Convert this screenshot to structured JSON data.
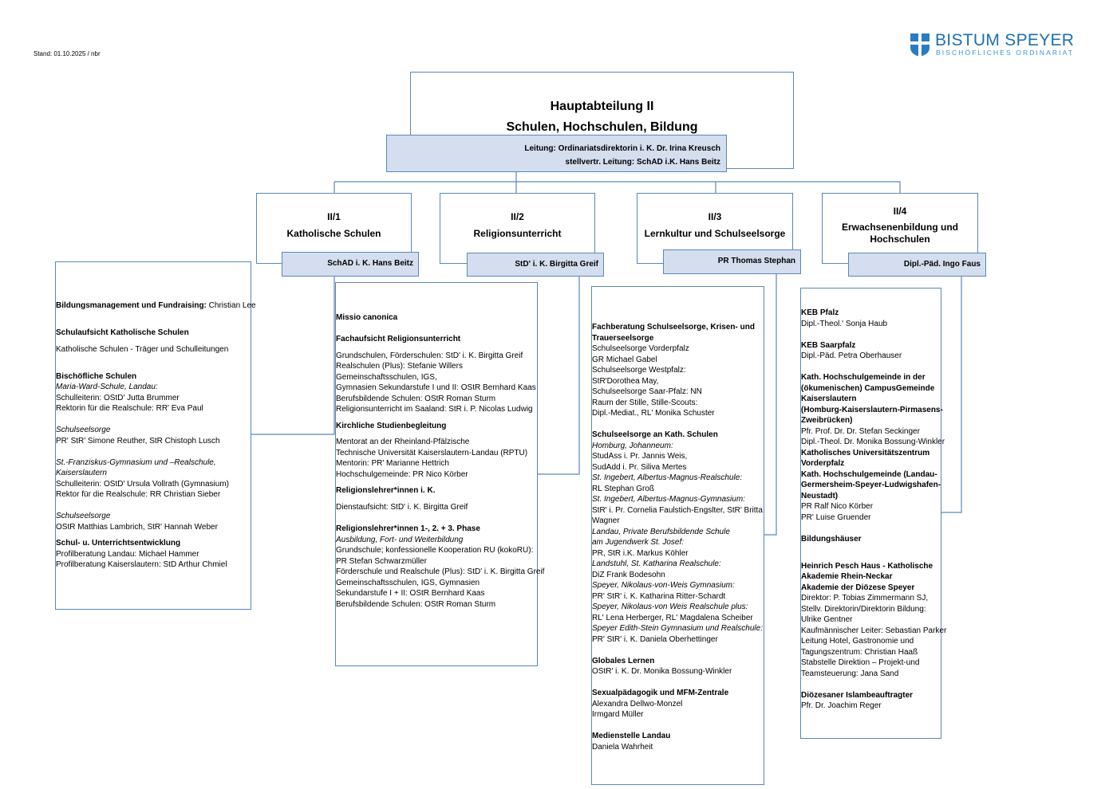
{
  "stand": "Stand: 01.10.2025 / nbr",
  "logo": {
    "title": "BISTUM SPEYER",
    "subtitle": "BISCHÖFLICHES ORDINARIAT"
  },
  "main": {
    "title1": "Hauptabteilung II",
    "title2": "Schulen, Hochschulen, Bildung",
    "lead1": "Leitung: Ordinariatsdirektorin i. K. Dr. Irina Kreusch",
    "lead2": "stellvertr. Leitung: SchAD i.K. Hans Beitz"
  },
  "departments": [
    {
      "code": "II/1",
      "name": "Katholische Schulen",
      "lead": "SchAD i. K. Hans Beitz"
    },
    {
      "code": "II/2",
      "name": "Religionsunterricht",
      "lead": "StD' i. K. Birgitta Greif"
    },
    {
      "code": "II/3",
      "name": "Lernkultur und Schulseelsorge",
      "lead": "PR Thomas Stephan"
    },
    {
      "code": "II/4",
      "name": "Erwachsenenbildung und Hochschulen",
      "lead": "Dipl.-Päd. Ingo Faus"
    }
  ],
  "col1": {
    "l1_bold": "Bildungsmanagement und Fundraising:",
    "l1_rest": " Christian Lee",
    "l2": "Schulaufsicht Katholische Schulen",
    "l3": "Katholische Schulen - Träger und Schulleitungen",
    "l4": "Bischöfliche Schulen",
    "l5": "Maria-Ward-Schule, Landau:",
    "l6": "Schulleiterin: OStD' Jutta Brummer",
    "l7": "Rektorin für die Realschule: RR' Eva Paul",
    "l8": "Schulseelsorge",
    "l9": "PR' StR' Simone Reuther, StR Chistoph Lusch",
    "l10": "St.-Franziskus-Gymnasium und –Realschule,",
    "l11": "Kaiserslautern",
    "l12": "Schulleiterin: OStD' Ursula Vollrath (Gymnasium)",
    "l13": "Rektor für die Realschule: RR Christian Sieber",
    "l14": "Schulseelsorge",
    "l15": "OStR Matthias Lambrich, StR' Hannah Weber",
    "l16": "Schul- u. Unterrichtsentwicklung",
    "l17": "Profilberatung Landau: Michael Hammer",
    "l18": "Profilberatung Kaiserslautern: StD Arthur Chmiel"
  },
  "col2": {
    "l1": "Missio canonica",
    "l2": "Fachaufsicht Religionsunterricht",
    "l3": " Grundschulen, Förderschulen: StD' i. K. Birgitta Greif",
    "l4": "Realschulen (Plus): Stefanie Willers",
    "l5": "Gemeinschaftsschulen, IGS,",
    "l6": "Gymnasien Sekundarstufe  I und II: OStR Bernhard Kaas",
    "l7": "Berufsbildende Schulen: OStR Roman Sturm",
    "l8": "Religionsunterricht im Saaland: StR i. P. Nicolas Ludwig",
    "l9": "Kirchliche Studienbegleitung",
    "l10": "Mentorat an der Rheinland-Pfälzische",
    "l11": "Technische Universität Kaiserslautern-Landau (RPTU)",
    "l12": "Mentorin: PR' Marianne Hettrich",
    "l13": "Hochschulgemeinde: PR Nico Körber",
    "l14": "Religionslehrer*innen i. K.",
    "l15": "Dienstaufsicht: StD' i. K. Birgitta Greif",
    "l16": "Religionslehrer*innen 1-, 2. + 3. Phase",
    "l17": "Ausbildung, Fort- und Weiterbildung",
    "l18": "Grundschule; konfessionelle Kooperation RU (kokoRU):",
    "l19": "PR Stefan Schwarzmüller",
    "l20": "Förderschule und Realschule (Plus): StD' i. K. Birgitta Greif",
    "l21": "Gemeinschaftsschulen, IGS, Gymnasien",
    "l22": "Sekundarstufe I + II: OStR Bernhard Kaas",
    "l23": "Berufsbildende Schulen: OStR Roman Sturm"
  },
  "col3": {
    "l1": "Fachberatung Schulseelsorge, Krisen- und",
    "l2": "Trauerseelsorge",
    "l3": "Schulseelsorge Vorderpfalz",
    "l4": " GR Michael Gabel",
    "l5": "Schulseelsorge Westpfalz:",
    "l6": "StR'Dorothea May,",
    "l7": "Schulseelsorge Saar-Pfalz: NN",
    "l8": "Raum der Stille, Stille-Scouts:",
    "l9": "Dipl.-Mediat., RL' Monika Schuster",
    "l10": "Schulseelsorge an Kath. Schulen",
    "l11": "Homburg, Johanneum:",
    "l12": "StudAss i. Pr. Jannis Weis,",
    "l13": "SudAdd i. Pr. Siliva Mertes",
    "l14": "St. Ingebert, Albertus-Magnus-Realschule:",
    "l15": "RL Stephan Groß",
    "l16": "St. Ingebert, Albertus-Magnus-Gymnasium:",
    "l17": "StR' i. Pr. Cornelia Faulstich-Engslter, StR' Britta",
    "l18": "Wagner",
    "l19": "Landau,  Private Berufsbildende Schule",
    "l20": "am Jugendwerk St. Josef:",
    "l21": "PR, StR i.K. Markus Köhler",
    "l22": "Landstuhl, St. Katharina Realschule:",
    "l23": "DiZ Frank Bodesohn",
    "l24": "Speyer, Nikolaus-von-Weis Gymnasium:",
    "l25": "PR' StR' i. K. Katharina Ritter-Schardt",
    "l26": "Speyer, Nikolaus-von Weis Realschule plus:",
    "l27": "RL' Lena Herberger, RL' Magdalena Scheiber",
    "l28": "Speyer Edith-Stein Gymnasium und Realschule:",
    "l29": "PR' StR' i. K. Daniela Oberhettinger",
    "l30": "Globales Lernen",
    "l31": "OStR' i. K. Dr. Monika Bossung-Winkler",
    "l32": "Sexualpädagogik und MFM-Zentrale",
    "l33": "Alexandra Dellwo-Monzel",
    "l34": "Irmgard Müller",
    "l35": "Medienstelle Landau",
    "l36": "Daniela Wahrheit"
  },
  "col4": {
    "l1": "KEB Pfalz",
    "l2": "Dipl.-Theol.' Sonja Haub",
    "l3": "KEB Saarpfalz",
    "l4": "Dipl.-Päd. Petra Oberhauser",
    "l5": "Kath. Hochschulgemeinde in der",
    "l6": "(ökumenischen) CampusGemeinde",
    "l7": "Kaiserslautern",
    "l8": " (Homburg-Kaiserslautern-Pirmasens-",
    "l9": "Zweibrücken)",
    "l10": "Pfr. Prof. Dr. Dr. Stefan Seckinger",
    "l11": "Dipl.-Theol. Dr. Monika Bossung-Winkler",
    "l12": "Katholisches Universitätszentrum",
    "l13": "Vorderpfalz",
    "l14": "Kath. Hochschulgemeinde (Landau-",
    "l15": "Germersheim-Speyer-Ludwigshafen-",
    "l16": "Neustadt)",
    "l17": "PR Ralf Nico Körber",
    "l18": "PR' Luise Gruender",
    "l19": "Bildungshäuser",
    "l20": "Heinrich Pesch Haus - Katholische",
    "l21": "Akademie Rhein-Neckar",
    "l22": "Akademie der Diözese Speyer",
    "l23": "Direktor:  P. Tobias Zimmermann SJ,",
    "l24": "Stellv. Direktorin/Direktorin Bildung:",
    "l25": "Ulrike Gentner",
    "l26": "Kaufmännischer Leiter: Sebastian Parker",
    "l27": "Leitung Hotel, Gastronomie und",
    "l28": "Tagungszentrum: Christian Haaß",
    "l29": "Stabstelle Direktion – Projekt-und",
    "l30": "Teamsteuerung: Jana Sand",
    "l31": "Diözesaner Islambeauftragter",
    "l32": "Pfr. Dr. Joachim Reger"
  }
}
